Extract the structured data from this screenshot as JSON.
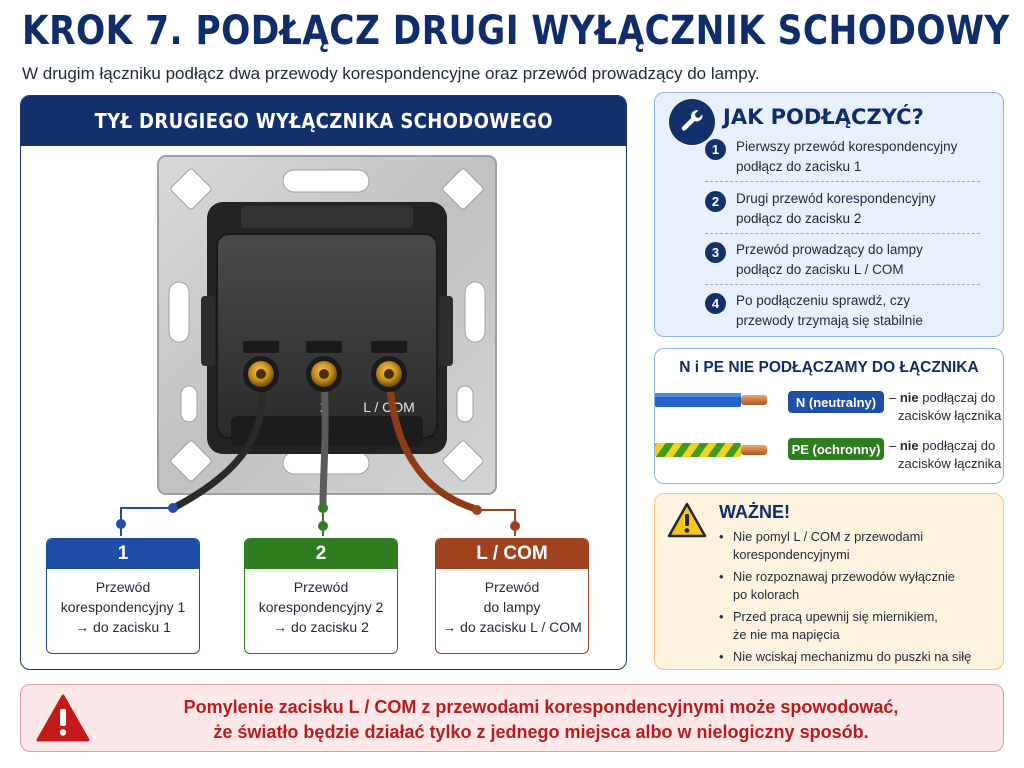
{
  "title": "KROK 7. PODŁĄCZ DRUGI WYŁĄCZNIK SCHODOWY",
  "subtitle": "W drugim łączniku podłącz dwa przewody korespondencyjne oraz przewód prowadzący do lampy.",
  "colors": {
    "navy": "#13306a",
    "blue": "#1f4ea8",
    "green": "#2e7d1e",
    "brown": "#a0421d",
    "warning_red": "#c41a1a",
    "important_bg": "#fdf3de"
  },
  "left_panel": {
    "header": "TYŁ DRUGIEGO WYŁĄCZNIKA SCHODOWEGO",
    "terminal_labels": [
      "1",
      "2",
      "L / COM"
    ],
    "boxes": [
      {
        "label": "1",
        "line1": "Przewód",
        "line2": "korespondencyjny 1",
        "line3": "→ do zacisku 1"
      },
      {
        "label": "2",
        "line1": "Przewód",
        "line2": "korespondencyjny 2",
        "line3": "→ do zacisku 2"
      },
      {
        "label": "L / COM",
        "line1": "Przewód",
        "line2": "do lampy",
        "line3": "→ do zacisku L / COM"
      }
    ]
  },
  "how": {
    "title": "JAK PODŁĄCZYĆ?",
    "icon": "wrench-icon",
    "steps": [
      {
        "num": "1",
        "line1": "Pierwszy przewód korespondencyjny",
        "line2": "podłącz do zacisku 1"
      },
      {
        "num": "2",
        "line1": "Drugi przewód korespondencyjny",
        "line2": "podłącz do zacisku 2"
      },
      {
        "num": "3",
        "line1": "Przewód prowadzący do lampy",
        "line2": "podłącz do zacisku L / COM"
      },
      {
        "num": "4",
        "line1": "Po podłączeniu sprawdź, czy",
        "line2": "przewody trzymają się stabilnie"
      }
    ]
  },
  "npe": {
    "title": "N i PE NIE PODŁĄCZAMY DO ŁĄCZNIKA",
    "n_badge": "N (neutralny)",
    "pe_badge": "PE (ochronny)",
    "note_dash": "– ",
    "note_bold": "nie",
    "note_rest1": " podłączaj do",
    "note_rest2": "zacisków łącznika"
  },
  "important": {
    "title": "WAŻNE!",
    "icon": "warning-triangle-icon",
    "items": [
      {
        "line1": "Nie pomyl L / COM z przewodami",
        "line2": "korespondencyjnymi"
      },
      {
        "line1": "Nie rozpoznawaj przewodów wyłącznie",
        "line2": "po kolorach"
      },
      {
        "line1": "Przed pracą upewnij się miernikiem,",
        "line2": "że nie ma napięcia"
      },
      {
        "line1": "Nie wciskaj mechanizmu do puszki na siłę",
        "line2": ""
      }
    ]
  },
  "warning": {
    "line1": "Pomylenie zacisku L / COM z przewodami korespondencyjnymi może spowodować,",
    "line2": "że światło będzie działać tylko z jednego miejsca albo w nielogiczny sposób."
  }
}
